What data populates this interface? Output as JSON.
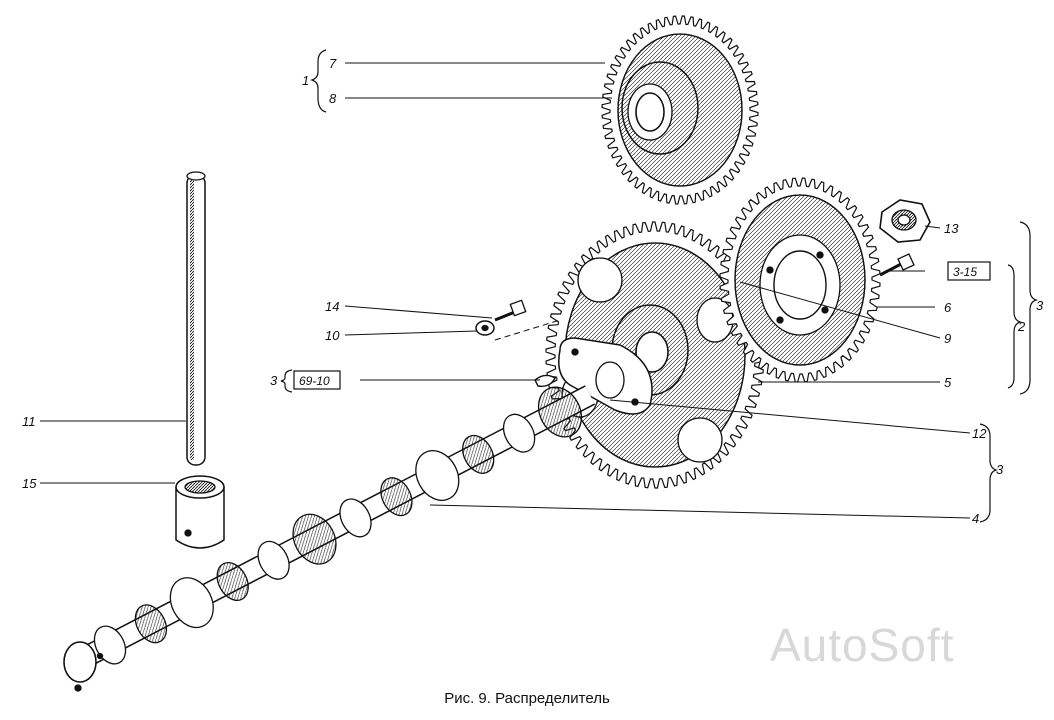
{
  "caption": "Рис. 9. Распределитель",
  "watermark": "AutoSoft",
  "callouts": {
    "n1": "1",
    "n7": "7",
    "n8": "8",
    "n13": "13",
    "n3_15": "3-15",
    "n6": "6",
    "n9": "9",
    "n2": "2",
    "n3_right": "3",
    "n14": "14",
    "n10": "10",
    "n3_left": "3",
    "n69_10": "69-10",
    "n5": "5",
    "n11": "11",
    "n12": "12",
    "n3_lower": "3",
    "n15": "15",
    "n4": "4"
  },
  "colors": {
    "ink": "#111111",
    "paper": "#ffffff",
    "watermark": "#d8d8d8"
  }
}
